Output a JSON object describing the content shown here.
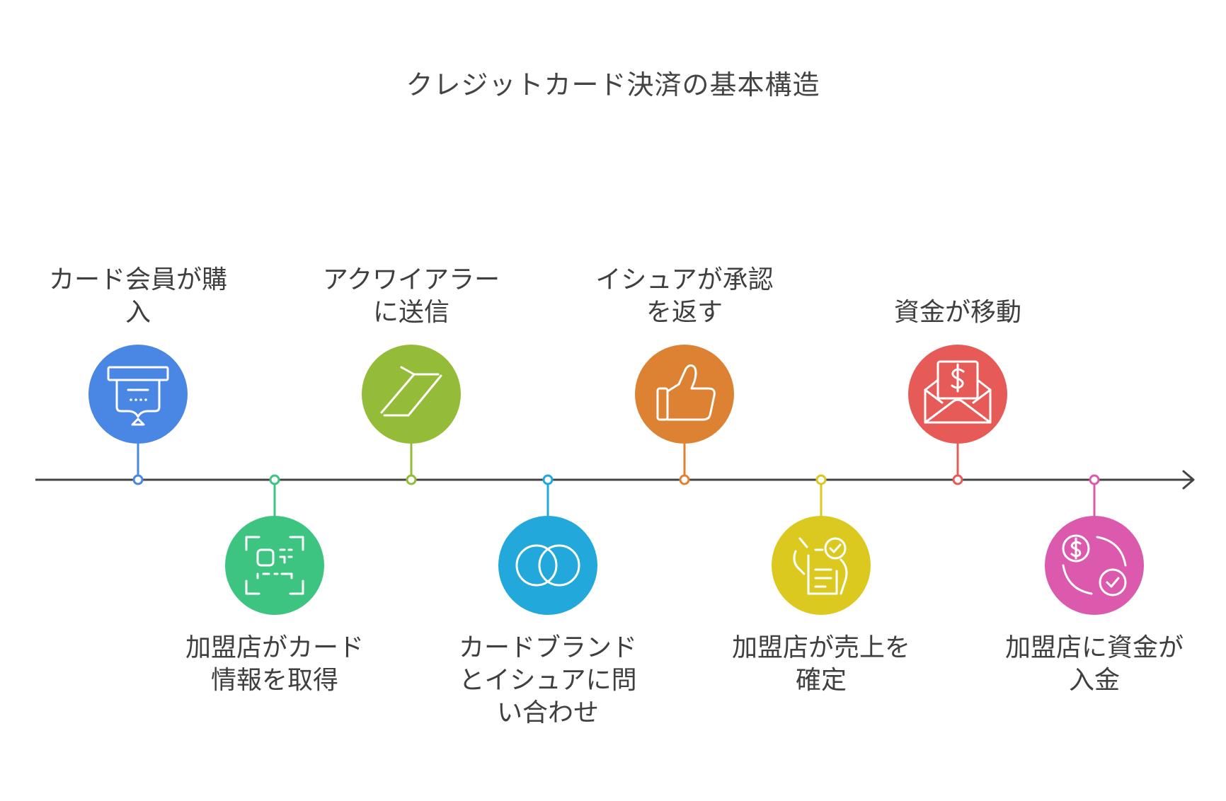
{
  "title": "クレジットカード決済の基本構造",
  "colors": {
    "axis": "#444444",
    "background": "#ffffff"
  },
  "steps": [
    {
      "lines": [
        "カード会員が購",
        "入"
      ],
      "color": "#4A86E4",
      "icon": "atm-receipt-icon"
    },
    {
      "lines": [
        "加盟店がカード",
        "情報を取得"
      ],
      "color": "#3DC481",
      "icon": "qr-scan-icon"
    },
    {
      "lines": [
        "アクワイアラー",
        "に送信"
      ],
      "color": "#94BC38",
      "icon": "zigzag-send-icon"
    },
    {
      "lines": [
        "カードブランド",
        "とイシュアに問",
        "い合わせ"
      ],
      "color": "#22A8DA",
      "icon": "card-brand-circles-icon"
    },
    {
      "lines": [
        "イシュアが承認",
        "を返す"
      ],
      "color": "#DD8233",
      "icon": "thumbs-up-icon"
    },
    {
      "lines": [
        "加盟店が売上を",
        "確定"
      ],
      "color": "#DCC91F",
      "icon": "document-check-icon"
    },
    {
      "lines": [
        "資金が移動"
      ],
      "color": "#E65A57",
      "icon": "envelope-dollar-icon"
    },
    {
      "lines": [
        "加盟店に資金が",
        "入金"
      ],
      "color": "#DC5AAE",
      "icon": "coin-cycle-icon"
    }
  ]
}
